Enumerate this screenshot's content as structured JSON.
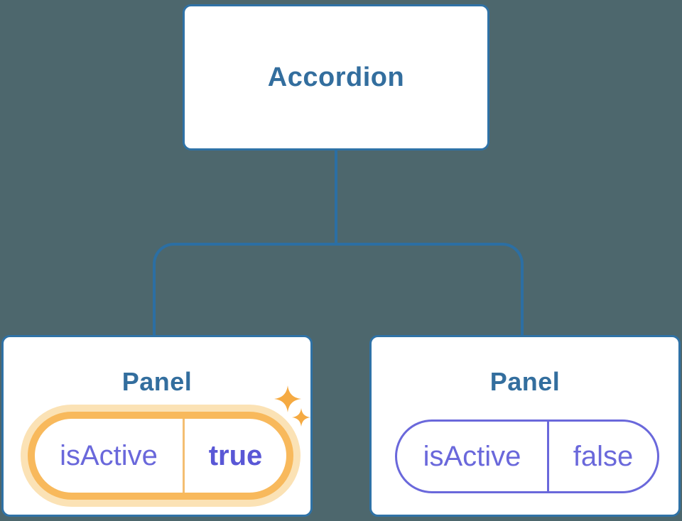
{
  "tree": {
    "root": {
      "label": "Accordion"
    },
    "children": [
      {
        "label": "Panel",
        "active": true,
        "state": {
          "name": "isActive",
          "value": "true"
        }
      },
      {
        "label": "Panel",
        "active": false,
        "state": {
          "name": "isActive",
          "value": "false"
        }
      }
    ]
  },
  "colors": {
    "background": "#4D676D",
    "node_border": "#2F72A6",
    "connector": "#2C6FA3",
    "title_text": "#336E9E",
    "state_purple": "#6A68DB",
    "state_value_bold": "#5957D6",
    "highlight_ring": "#F8B95C",
    "highlight_glow": "#FBE2B5",
    "highlight_divider": "#F4BE72",
    "sparkle": "#F5AA42"
  }
}
